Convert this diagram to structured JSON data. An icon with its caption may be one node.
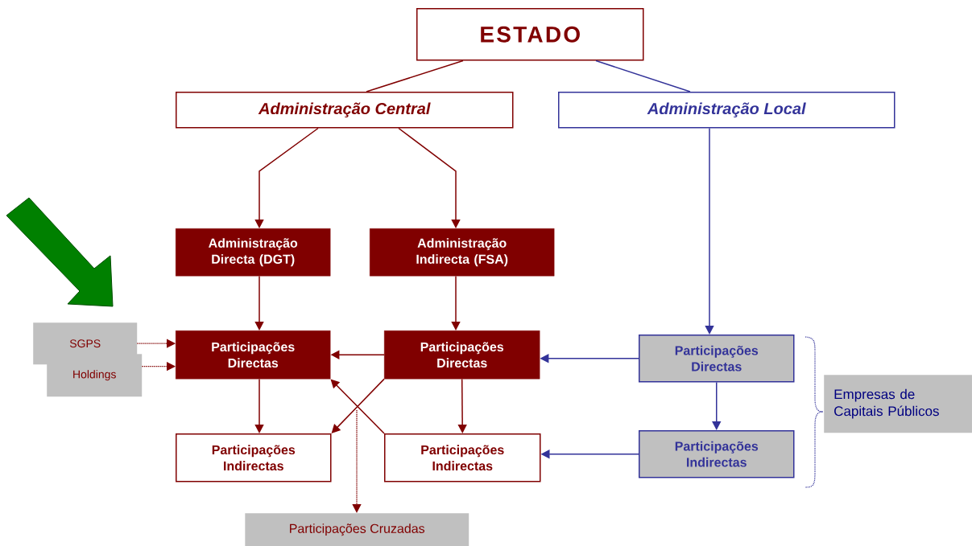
{
  "diagram": {
    "nodes": [
      {
        "text": [
          "ESTADO"
        ]
      },
      {
        "text": [
          "Administração Central"
        ]
      },
      {
        "text": [
          "Administração Local"
        ]
      },
      {
        "text": [
          "Administração Directa (DGT)"
        ]
      },
      {
        "text": [
          "Administração Indirecta (FSA)"
        ]
      },
      {
        "text": [
          "SGPS"
        ]
      },
      {
        "text": [
          "Holdings"
        ]
      },
      {
        "text": [
          "Participações Directas"
        ]
      },
      {
        "text": [
          "Participações Directas"
        ]
      },
      {
        "text": [
          "Participações Directas"
        ]
      },
      {
        "text": [
          "Participações Indirectas"
        ]
      },
      {
        "text": [
          "Participações Indirectas"
        ]
      },
      {
        "text": [
          "Participações Indirectas"
        ]
      },
      {
        "text": [
          "Empresas de Capitais Públicos"
        ]
      },
      {
        "text": [
          "Participações Cruzadas"
        ]
      }
    ],
    "edges": [
      {
        "from": 0,
        "to": 1,
        "arrow": "none"
      },
      {
        "from": 0,
        "to": 2,
        "arrow": "none",
        "color": "#333399"
      },
      {
        "from": 1,
        "to": 3,
        "arrow": "to"
      },
      {
        "from": 1,
        "to": 4,
        "arrow": "to"
      },
      {
        "from": 2,
        "to": 9,
        "arrow": "to",
        "color": "#333399"
      },
      {
        "from": 3,
        "to": 7,
        "arrow": "to"
      },
      {
        "from": 4,
        "to": 8,
        "arrow": "to"
      },
      {
        "from": 5,
        "to": 7,
        "arrow": "to",
        "style": "dashed"
      },
      {
        "from": 6,
        "to": 7,
        "arrow": "to",
        "style": "dashed"
      },
      {
        "from": 8,
        "to": 7,
        "arrow": "to"
      },
      {
        "from": 8,
        "to": 10,
        "arrow": "to"
      },
      {
        "from": 11,
        "to": 7,
        "arrow": "to"
      },
      {
        "from": 7,
        "to": 10,
        "arrow": "to"
      },
      {
        "from": 8,
        "to": 11,
        "arrow": "to"
      },
      {
        "from": 9,
        "to": 8,
        "arrow": "to",
        "color": "#333399"
      },
      {
        "from": 9,
        "to": 12,
        "arrow": "to",
        "color": "#333399"
      },
      {
        "from": 12,
        "to": 11,
        "arrow": "to",
        "color": "#333399"
      },
      {
        "from": null,
        "to": 14,
        "arrow": "to",
        "style": "dashed"
      }
    ]
  }
}
